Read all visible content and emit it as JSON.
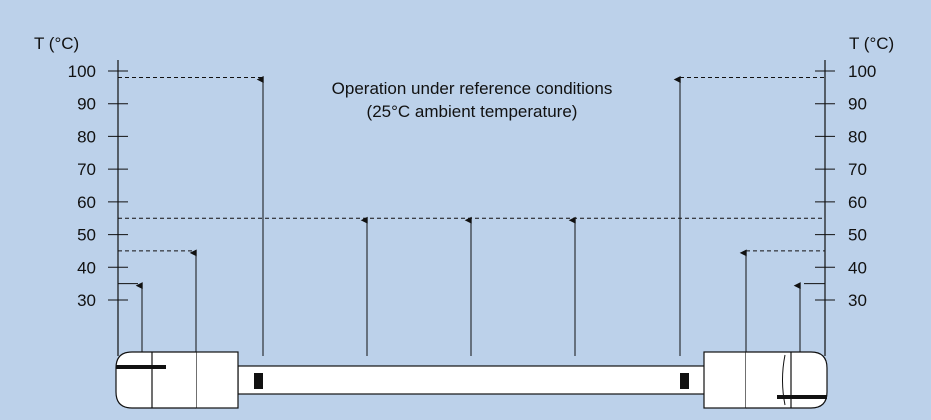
{
  "diagram": {
    "left_axis_title": "T (°C)",
    "right_axis_title": "T (°C)",
    "tick_values": [
      100,
      90,
      80,
      70,
      60,
      50,
      40,
      30
    ],
    "note_line1": "Operation under reference conditions",
    "note_line2": "(25°C ambient temperature)",
    "temperature_indicators": [
      {
        "position": "left-end-cap",
        "temperature": 35
      },
      {
        "position": "left-electrode",
        "temperature": 45
      },
      {
        "position": "left-tube-end",
        "temperature": 98
      },
      {
        "position": "tube-center-left",
        "temperature": 55
      },
      {
        "position": "tube-center",
        "temperature": 55
      },
      {
        "position": "tube-center-right",
        "temperature": 55
      },
      {
        "position": "right-tube-end",
        "temperature": 98
      },
      {
        "position": "right-electrode",
        "temperature": 45
      },
      {
        "position": "right-end-cap",
        "temperature": 35
      }
    ],
    "colors": {
      "background": "#bcd1ea",
      "tube": "#ffffff",
      "line": "#111111"
    }
  }
}
